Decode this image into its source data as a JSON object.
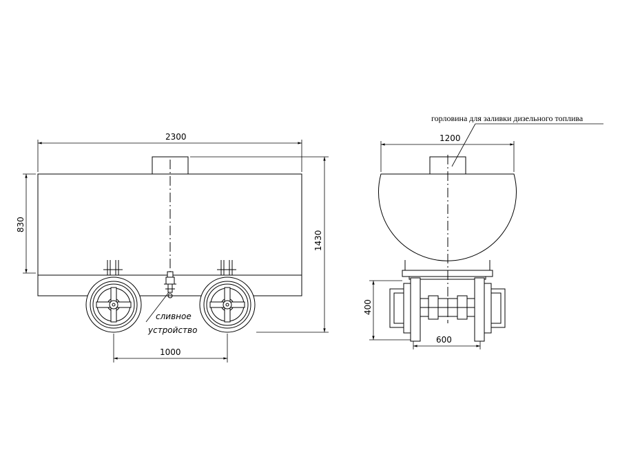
{
  "side_view": {
    "dim_length": "2300",
    "dim_tank_height": "830",
    "dim_total_height": "1430",
    "dim_wheelbase": "1000",
    "drain_label_line1": "сливное",
    "drain_label_line2": "устройство"
  },
  "front_view": {
    "filler_neck_label": "горловина для заливки дизельного топлива",
    "dim_width": "1200",
    "dim_gauge": "600",
    "dim_wheel_height": "400"
  }
}
